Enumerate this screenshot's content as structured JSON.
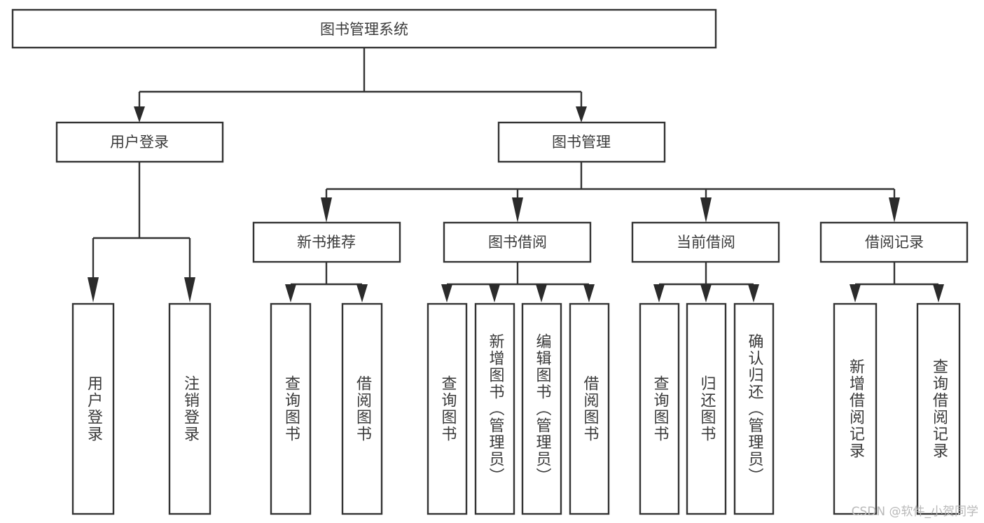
{
  "title": "图书管理系统",
  "colors": {
    "box_stroke": "#333333",
    "box_fill": "#ffffff",
    "text": "#3a3a3a",
    "arrow": "#2b2b2b",
    "watermark": "#b9b9b9",
    "background": "#ffffff"
  },
  "watermark": "CSDN @软件_小贺同学",
  "chart_data": {
    "type": "diagram",
    "diagram_kind": "tree-hierarchy-functional-decomposition",
    "title": "图书管理系统",
    "orientation": "top-down",
    "levels": 4,
    "nodes": [
      {
        "id": "root",
        "label": "图书管理系统",
        "level": 0,
        "parent": null,
        "orientation": "horizontal"
      },
      {
        "id": "login",
        "label": "用户登录",
        "level": 1,
        "parent": "root",
        "orientation": "horizontal"
      },
      {
        "id": "bookmgmt",
        "label": "图书管理",
        "level": 1,
        "parent": "root",
        "orientation": "horizontal"
      },
      {
        "id": "newbooks",
        "label": "新书推荐",
        "level": 2,
        "parent": "bookmgmt",
        "orientation": "horizontal"
      },
      {
        "id": "borrow",
        "label": "图书借阅",
        "level": 2,
        "parent": "bookmgmt",
        "orientation": "horizontal"
      },
      {
        "id": "current",
        "label": "当前借阅",
        "level": 2,
        "parent": "bookmgmt",
        "orientation": "horizontal"
      },
      {
        "id": "records",
        "label": "借阅记录",
        "level": 2,
        "parent": "bookmgmt",
        "orientation": "horizontal"
      },
      {
        "id": "leaf1",
        "label": "用户登录",
        "level": 3,
        "parent": "login",
        "orientation": "vertical"
      },
      {
        "id": "leaf2",
        "label": "注销登录",
        "level": 3,
        "parent": "login",
        "orientation": "vertical"
      },
      {
        "id": "leaf3",
        "label": "查询图书",
        "level": 3,
        "parent": "newbooks",
        "orientation": "vertical"
      },
      {
        "id": "leaf4",
        "label": "借阅图书",
        "level": 3,
        "parent": "newbooks",
        "orientation": "vertical"
      },
      {
        "id": "leaf5",
        "label": "查询图书",
        "level": 3,
        "parent": "borrow",
        "orientation": "vertical"
      },
      {
        "id": "leaf6",
        "label": "新增图书（管理员）",
        "level": 3,
        "parent": "borrow",
        "orientation": "vertical"
      },
      {
        "id": "leaf7",
        "label": "编辑图书（管理员）",
        "level": 3,
        "parent": "borrow",
        "orientation": "vertical"
      },
      {
        "id": "leaf8",
        "label": "借阅图书",
        "level": 3,
        "parent": "borrow",
        "orientation": "vertical"
      },
      {
        "id": "leaf9",
        "label": "查询图书",
        "level": 3,
        "parent": "current",
        "orientation": "vertical"
      },
      {
        "id": "leaf10",
        "label": "归还图书",
        "level": 3,
        "parent": "current",
        "orientation": "vertical"
      },
      {
        "id": "leaf11",
        "label": "确认归还（管理员）",
        "level": 3,
        "parent": "current",
        "orientation": "vertical"
      },
      {
        "id": "leaf12",
        "label": "新增借阅记录",
        "level": 3,
        "parent": "records",
        "orientation": "vertical"
      },
      {
        "id": "leaf13",
        "label": "查询借阅记录",
        "level": 3,
        "parent": "records",
        "orientation": "vertical"
      }
    ],
    "edges": [
      {
        "from": "root",
        "to": "login"
      },
      {
        "from": "root",
        "to": "bookmgmt"
      },
      {
        "from": "bookmgmt",
        "to": "newbooks"
      },
      {
        "from": "bookmgmt",
        "to": "borrow"
      },
      {
        "from": "bookmgmt",
        "to": "current"
      },
      {
        "from": "bookmgmt",
        "to": "records"
      },
      {
        "from": "login",
        "to": "leaf1"
      },
      {
        "from": "login",
        "to": "leaf2"
      },
      {
        "from": "newbooks",
        "to": "leaf3"
      },
      {
        "from": "newbooks",
        "to": "leaf4"
      },
      {
        "from": "borrow",
        "to": "leaf5"
      },
      {
        "from": "borrow",
        "to": "leaf6"
      },
      {
        "from": "borrow",
        "to": "leaf7"
      },
      {
        "from": "borrow",
        "to": "leaf8"
      },
      {
        "from": "current",
        "to": "leaf9"
      },
      {
        "from": "current",
        "to": "leaf10"
      },
      {
        "from": "current",
        "to": "leaf11"
      },
      {
        "from": "records",
        "to": "leaf12"
      },
      {
        "from": "records",
        "to": "leaf13"
      }
    ]
  },
  "nodes": {
    "root": {
      "label": "图书管理系统"
    },
    "login": {
      "label": "用户登录"
    },
    "bookmgmt": {
      "label": "图书管理"
    },
    "newbooks": {
      "label": "新书推荐"
    },
    "borrow": {
      "label": "图书借阅"
    },
    "current": {
      "label": "当前借阅"
    },
    "records": {
      "label": "借阅记录"
    },
    "leaf1": {
      "label": "用户登录"
    },
    "leaf2": {
      "label": "注销登录"
    },
    "leaf3": {
      "label": "查询图书"
    },
    "leaf4": {
      "label": "借阅图书"
    },
    "leaf5": {
      "label": "查询图书"
    },
    "leaf6": {
      "label": "新增图书（管理员）"
    },
    "leaf7": {
      "label": "编辑图书（管理员）"
    },
    "leaf8": {
      "label": "借阅图书"
    },
    "leaf9": {
      "label": "查询图书"
    },
    "leaf10": {
      "label": "归还图书"
    },
    "leaf11": {
      "label": "确认归还（管理员）"
    },
    "leaf12": {
      "label": "新增借阅记录"
    },
    "leaf13": {
      "label": "查询借阅记录"
    }
  }
}
